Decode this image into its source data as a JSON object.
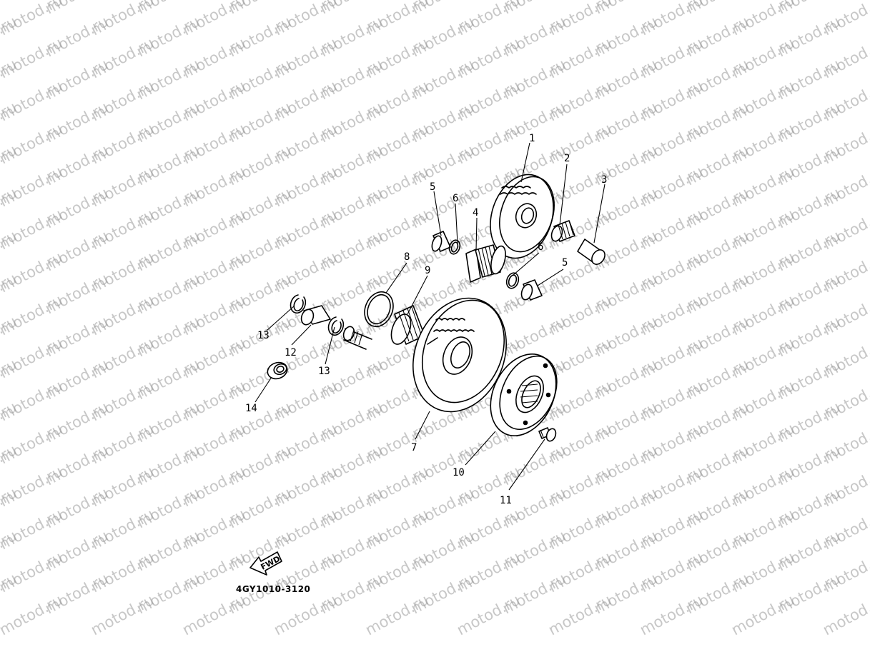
{
  "watermark": {
    "text": "motod.ru",
    "color": "#9a9a9a"
  },
  "diagram": {
    "code": "4GY1010-3120",
    "direction_label": "FWD",
    "callouts": [
      "1",
      "2",
      "3",
      "4",
      "5",
      "6",
      "5",
      "6",
      "7",
      "8",
      "9",
      "10",
      "11",
      "12",
      "13",
      "13",
      "14"
    ]
  }
}
